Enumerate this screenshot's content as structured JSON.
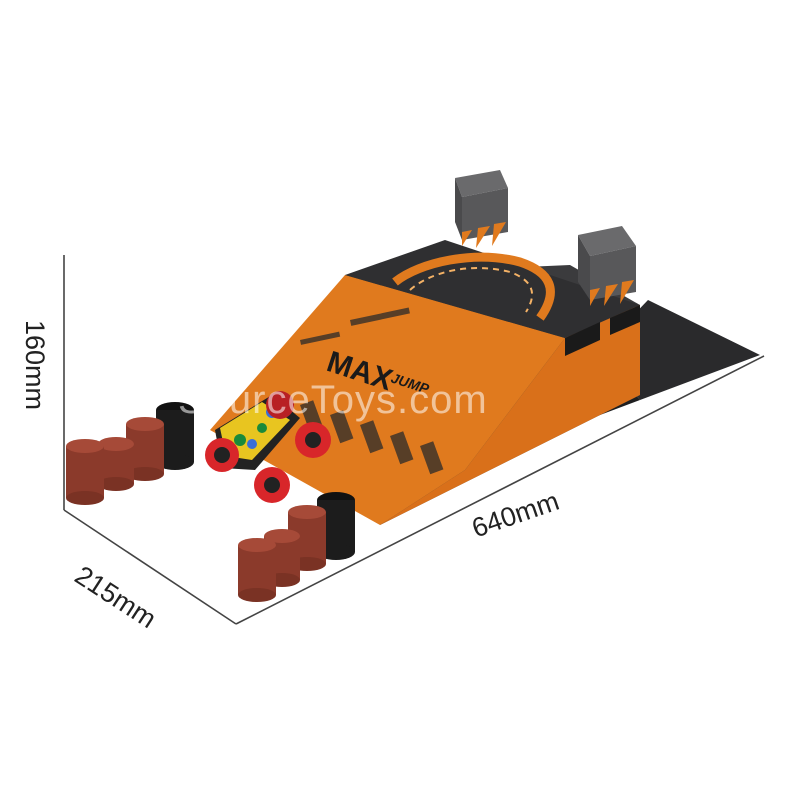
{
  "product": {
    "name": "MAX JUMP ramp set",
    "brand_text": "MAX",
    "sub_text": "JUMP",
    "colors": {
      "orange": "#e07a1e",
      "dark_grey": "#3a3a3c",
      "barrel": "#8b3a2b",
      "tire": "#1c1c1c",
      "car_wheel": "#d8262a"
    }
  },
  "dimensions": {
    "height": "160mm",
    "width": "215mm",
    "length": "640mm"
  },
  "watermark": "SourceToys.com"
}
